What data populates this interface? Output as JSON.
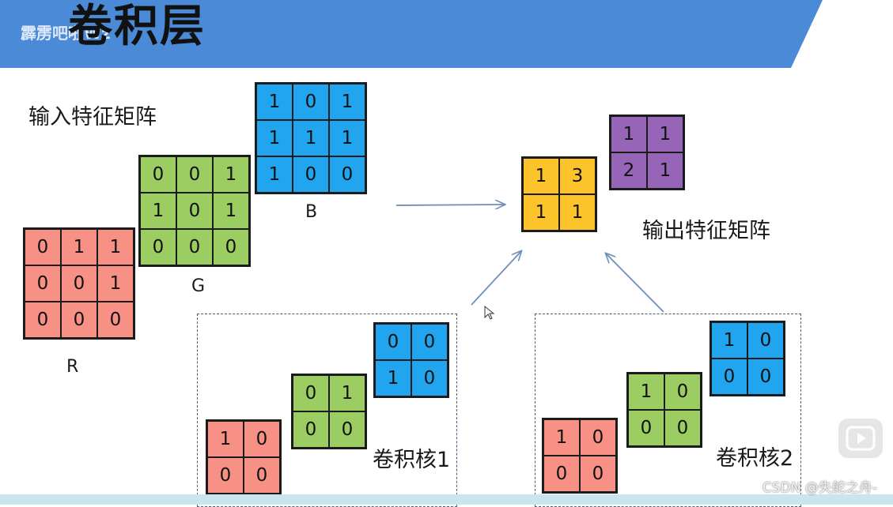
{
  "header": {
    "title": "卷积层",
    "watermark": "霹雳吧啦Wz"
  },
  "labels": {
    "input": "输入特征矩阵",
    "output": "输出特征矩阵",
    "kernel1": "卷积核1",
    "kernel2": "卷积核2",
    "r": "R",
    "g": "G",
    "b": "B"
  },
  "input": {
    "R": [
      [
        "0",
        "1",
        "1"
      ],
      [
        "0",
        "0",
        "1"
      ],
      [
        "0",
        "0",
        "0"
      ]
    ],
    "G": [
      [
        "0",
        "0",
        "1"
      ],
      [
        "1",
        "0",
        "1"
      ],
      [
        "0",
        "0",
        "0"
      ]
    ],
    "B": [
      [
        "1",
        "0",
        "1"
      ],
      [
        "1",
        "1",
        "1"
      ],
      [
        "1",
        "0",
        "0"
      ]
    ]
  },
  "output": {
    "first": [
      [
        "1",
        "3"
      ],
      [
        "1",
        "1"
      ]
    ],
    "second": [
      [
        "1",
        "1"
      ],
      [
        "2",
        "1"
      ]
    ]
  },
  "kernel1": {
    "R": [
      [
        "1",
        "0"
      ],
      [
        "0",
        "0"
      ]
    ],
    "G": [
      [
        "0",
        "1"
      ],
      [
        "0",
        "0"
      ]
    ],
    "B": [
      [
        "0",
        "0"
      ],
      [
        "1",
        "0"
      ]
    ]
  },
  "kernel2": {
    "R": [
      [
        "1",
        "0"
      ],
      [
        "0",
        "0"
      ]
    ],
    "G": [
      [
        "1",
        "0"
      ],
      [
        "0",
        "0"
      ]
    ],
    "B": [
      [
        "1",
        "0"
      ],
      [
        "0",
        "0"
      ]
    ]
  },
  "footer": {
    "watermark": "CSDN @失舵之舟-"
  },
  "colors": {
    "banner": "#4a8ad6",
    "red": "#f79186",
    "green": "#9ccd63",
    "blue": "#21a5ef",
    "yellow": "#fcc32b",
    "purple": "#9765b8",
    "arrow": "#6e8fb8"
  },
  "icons": {
    "play": "play-icon",
    "cursor": "cursor-icon"
  }
}
